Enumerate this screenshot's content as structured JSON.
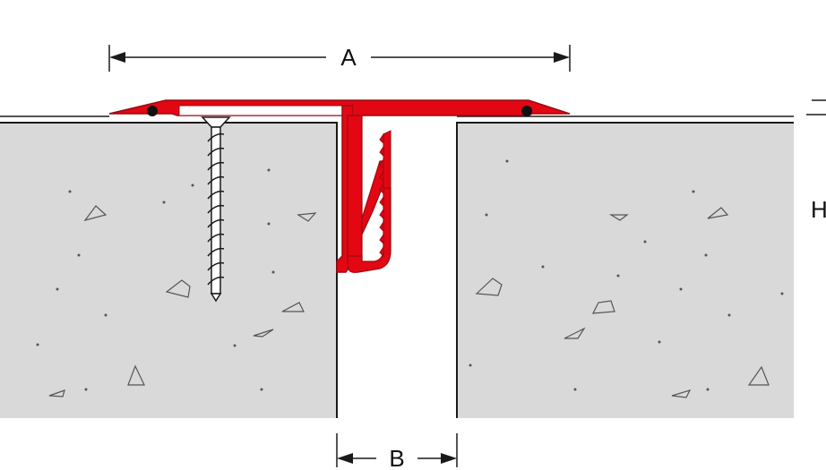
{
  "labels": {
    "a": "A",
    "b": "B",
    "h": "H"
  },
  "colors": {
    "profile_red": "#e30613",
    "profile_outline": "#9b0a12",
    "concrete": "#d9d9d9",
    "outline": "#1a1a1a",
    "screw": "#ffffff"
  },
  "icons": {
    "screw": "countersunk-screw-icon",
    "dimension_arrow": "arrow-icon"
  }
}
